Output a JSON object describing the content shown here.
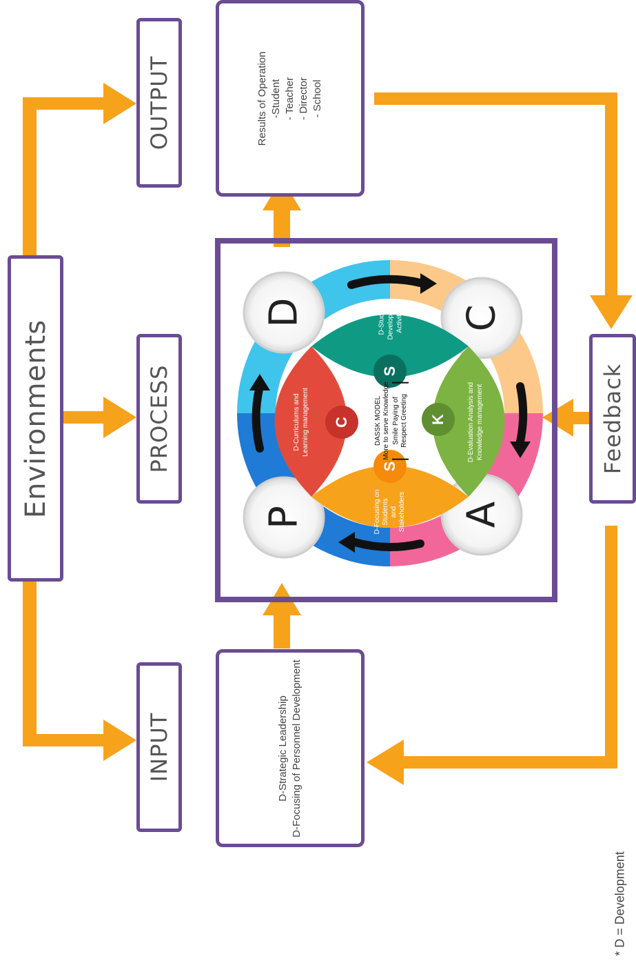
{
  "environments": "Environments",
  "output": "OUTPUT",
  "process": "PROCESS",
  "input": "INPUT",
  "feedback": "Feedback",
  "results": {
    "title": "Results of Operation",
    "items": [
      "-Student",
      "- Teacher",
      "- Director",
      "- School"
    ]
  },
  "input_detail": [
    "D-Strategic Leadership",
    "D-Focusing of Personnel Development"
  ],
  "model": {
    "letters": {
      "p": "P",
      "d": "D",
      "c": "C",
      "a": "A"
    },
    "petals": {
      "curriculum": [
        "D-Curriculums and",
        "Learning management"
      ],
      "student": [
        "D-Student",
        "Development",
        "Activities"
      ],
      "evaluation": [
        "D-Evaluation Analysis and",
        "Knowledge management"
      ],
      "stakeholders": [
        "D-Focusing on",
        "Students",
        "and",
        "Stakeholders"
      ]
    },
    "badges": {
      "c": "C",
      "s1": "S",
      "k": "K",
      "s2": "S"
    },
    "center": [
      "DASSK MODEL",
      "More to serve Knowledge",
      "Smile Paying of",
      "Respect Greeting"
    ]
  },
  "footnote": "* D = Development",
  "colors": {
    "arrow": "#f7a21b",
    "border": "#6a4c93",
    "red": "#e24b3b",
    "teal": "#0f9a84",
    "green": "#7cb342",
    "orange": "#f7a21b",
    "ring_blue": "#1f7bd6",
    "ring_cyan": "#3fc4ec",
    "ring_peach": "#fcc98a",
    "ring_pink": "#f2679a"
  }
}
